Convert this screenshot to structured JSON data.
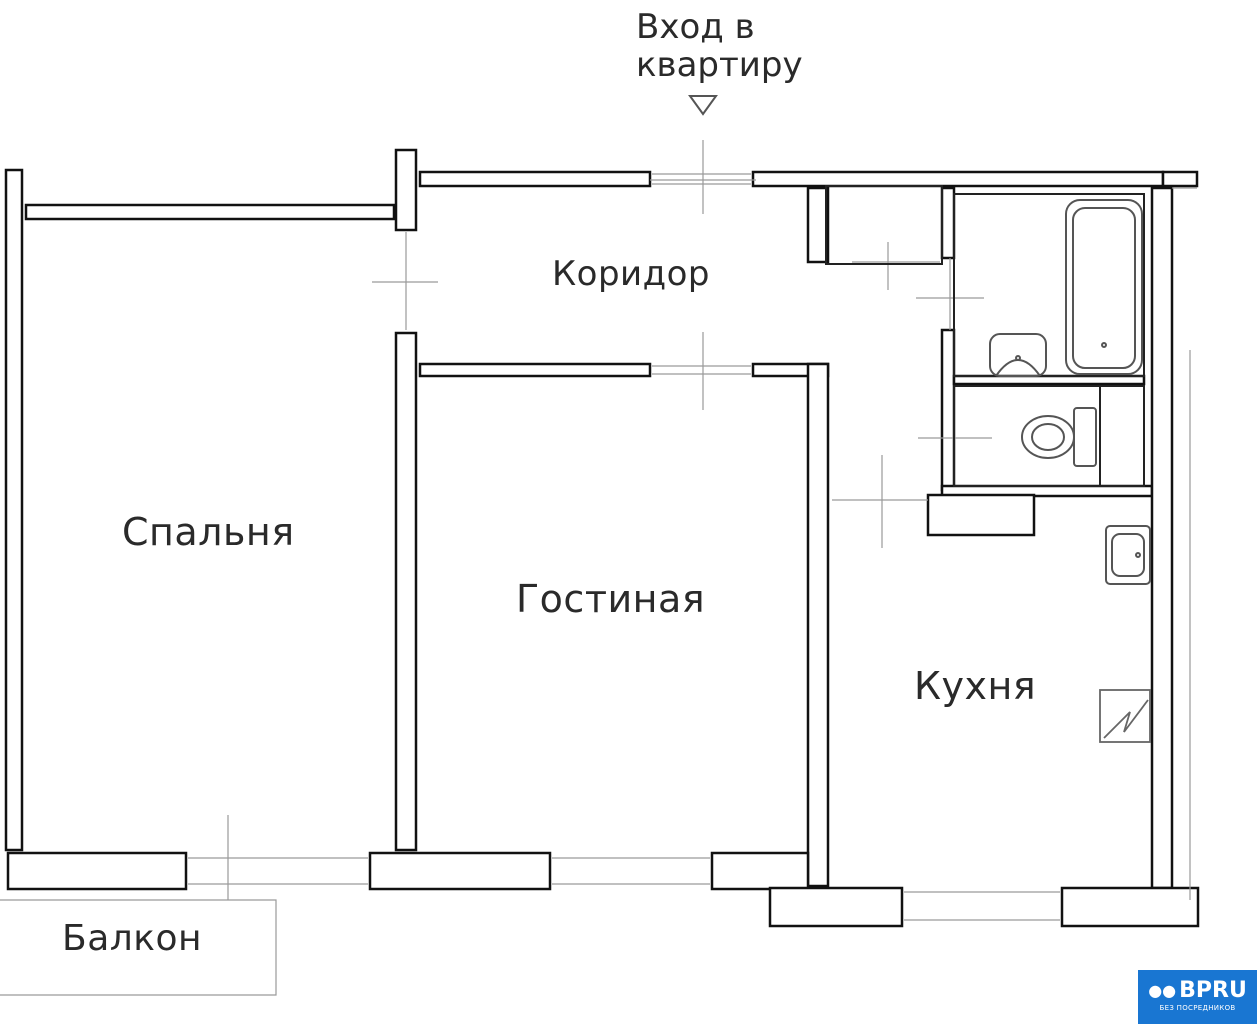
{
  "entry": {
    "line1": "Вход в",
    "line2": "квартиру"
  },
  "rooms": {
    "corridor": "Коридор",
    "bedroom": "Спальня",
    "living": "Гостиная",
    "kitchen": "Кухня",
    "balcony": "Балкон"
  },
  "logo": {
    "brand": "BPRU",
    "tagline": "БЕЗ ПОСРЕДНИКОВ",
    "color": "#1976d2"
  },
  "icons": [
    "entry-arrow-icon",
    "bathtub-icon",
    "sink-icon",
    "toilet-icon",
    "kitchen-sink-icon",
    "stove-icon",
    "people-icon"
  ]
}
